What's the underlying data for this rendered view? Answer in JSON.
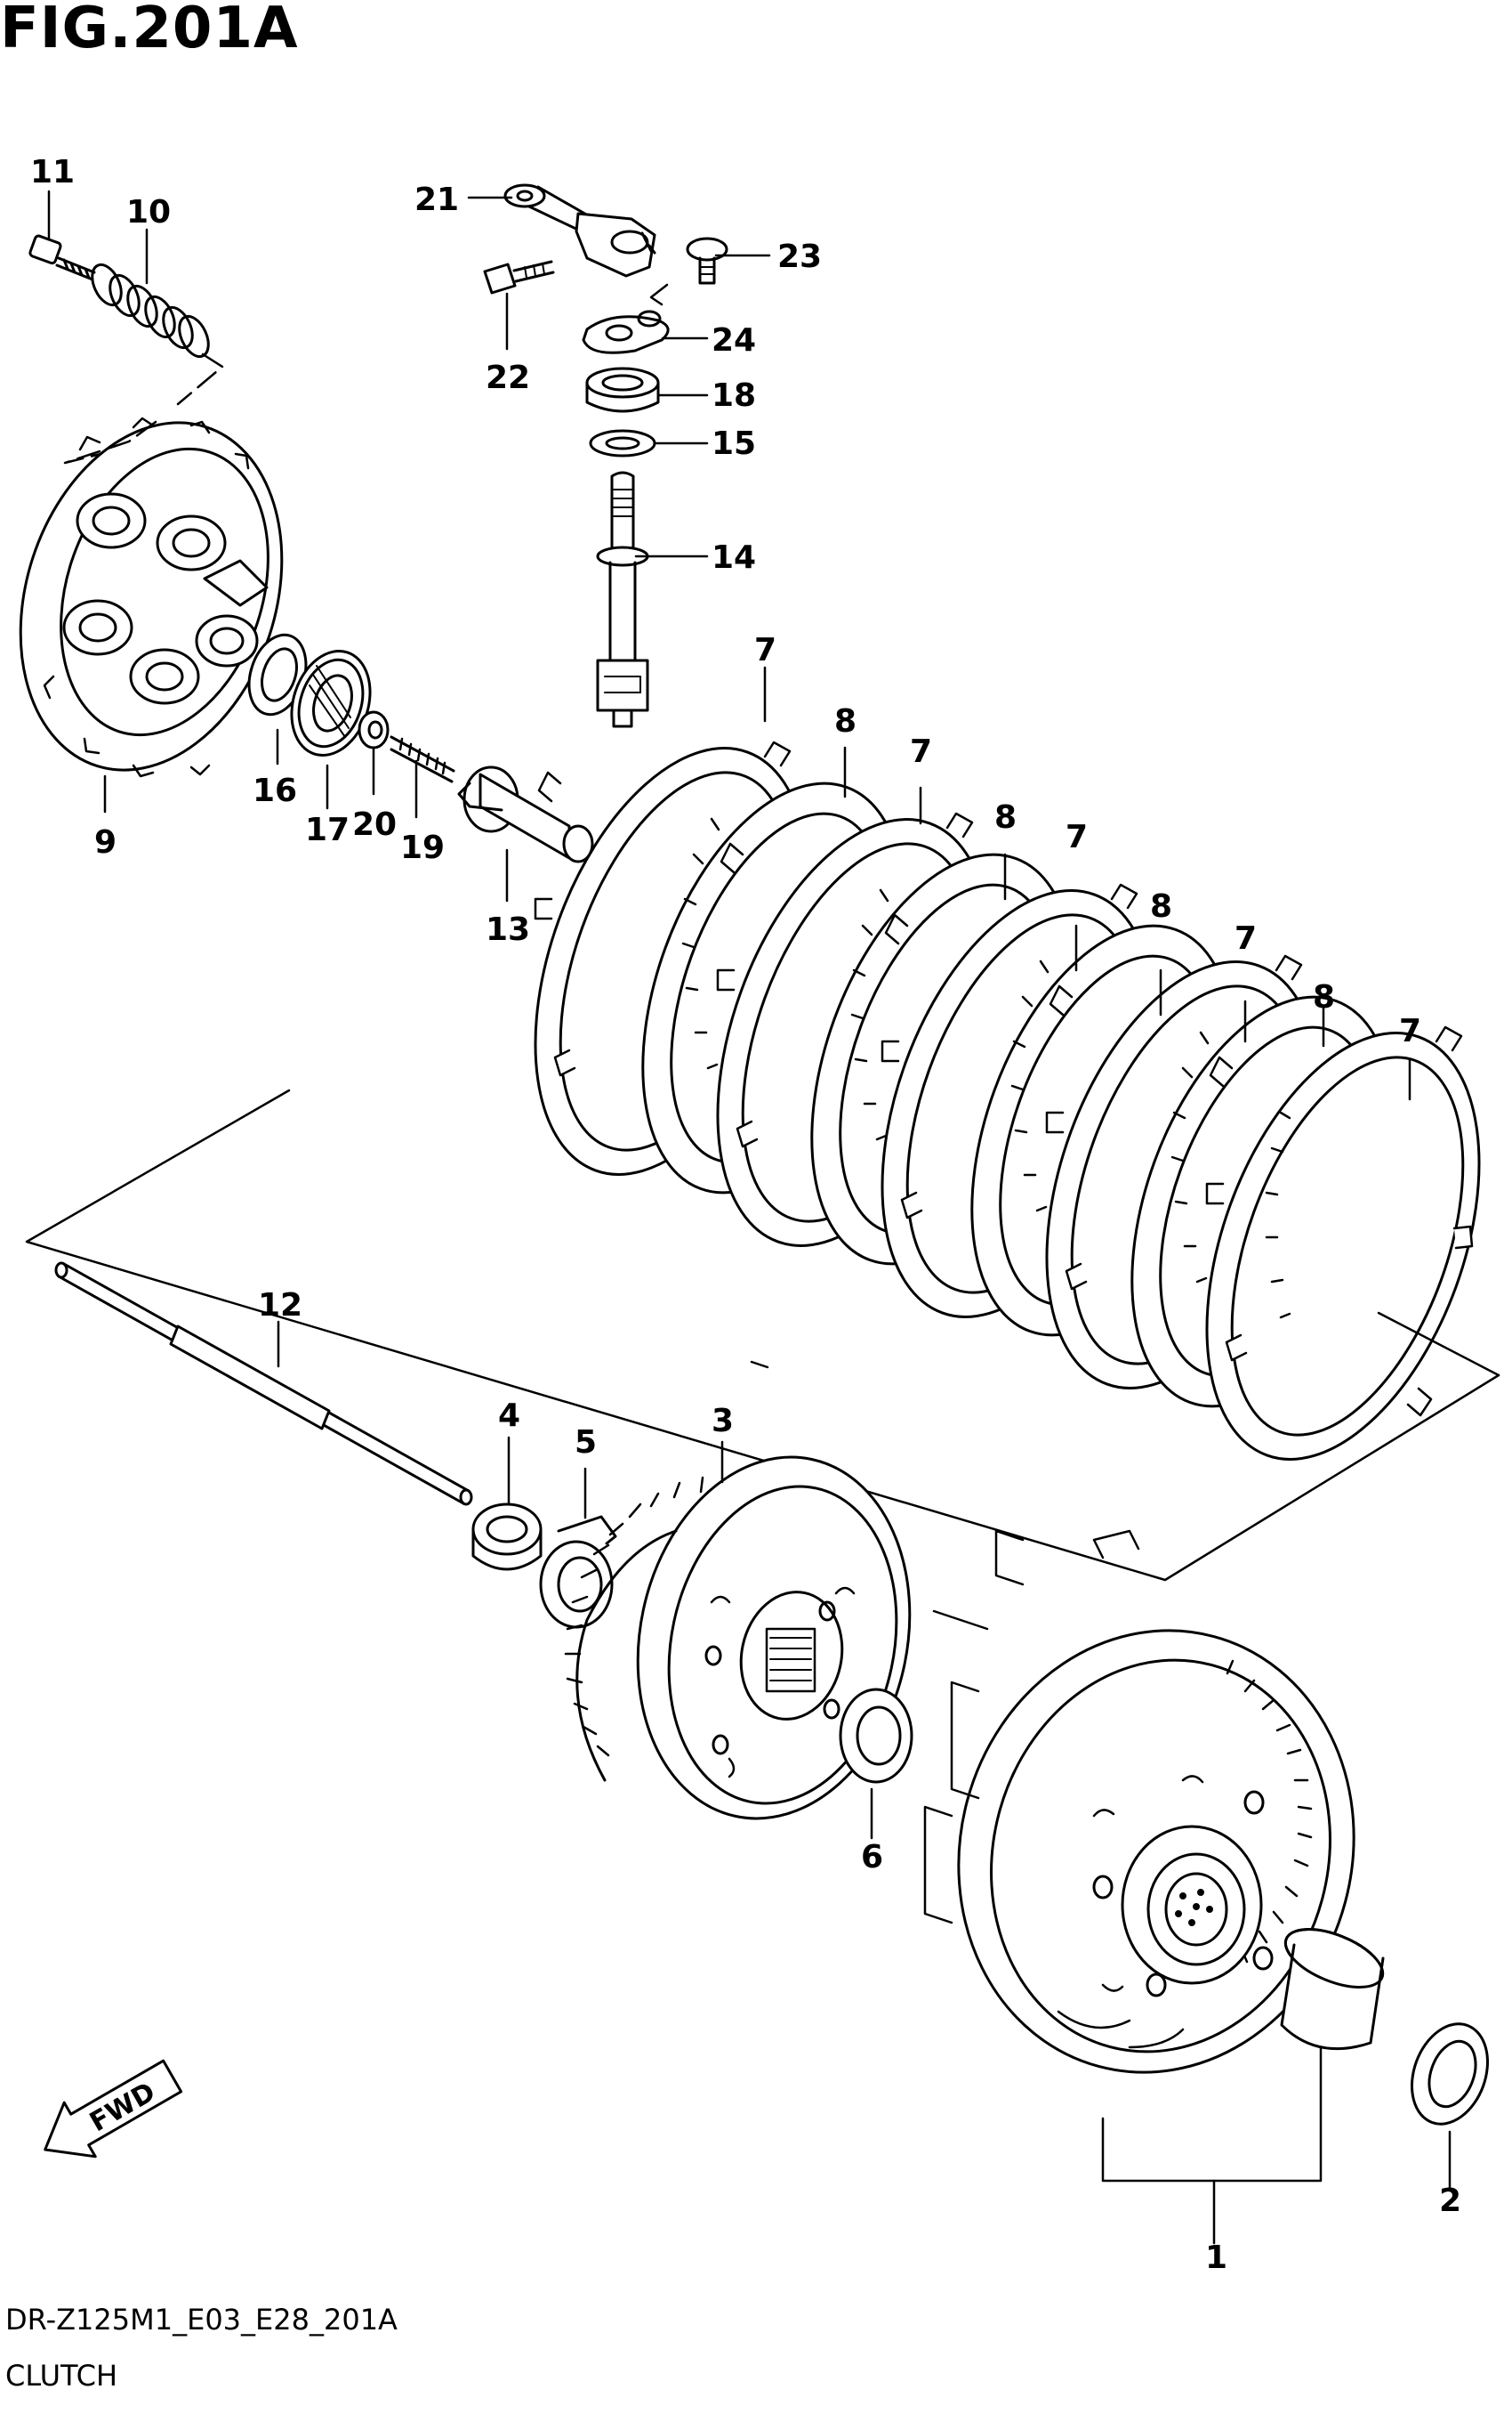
{
  "figure": {
    "title": "FIG.201A",
    "code": "DR-Z125M1_E03_E28_201A",
    "caption": "CLUTCH"
  },
  "direction_label": "FWD",
  "callouts": {
    "c1": "1",
    "c2": "2",
    "c3": "3",
    "c4": "4",
    "c5": "5",
    "c6": "6",
    "c7a": "7",
    "c7b": "7",
    "c7c": "7",
    "c7d": "7",
    "c7e": "7",
    "c8a": "8",
    "c8b": "8",
    "c8c": "8",
    "c8d": "8",
    "c9": "9",
    "c10": "10",
    "c11": "11",
    "c12": "12",
    "c13": "13",
    "c14": "14",
    "c15": "15",
    "c16": "16",
    "c17": "17",
    "c18": "18",
    "c19": "19",
    "c20": "20",
    "c21": "21",
    "c22": "22",
    "c23": "23",
    "c24": "24"
  },
  "colors": {
    "line": "#000000",
    "background": "#ffffff"
  }
}
